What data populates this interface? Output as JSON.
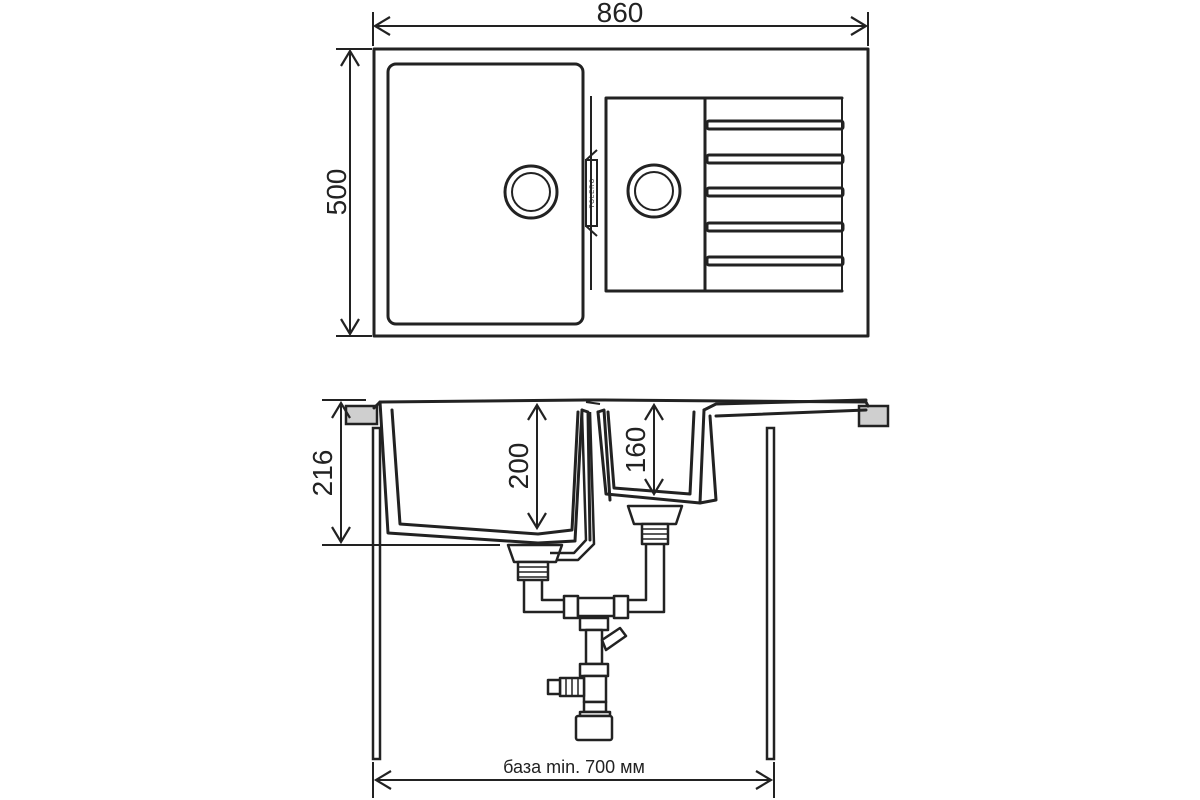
{
  "dimensions": {
    "width": "860",
    "depth": "500",
    "total_height": "216",
    "main_bowl_depth": "200",
    "secondary_bowl_depth": "160",
    "cabinet_base": "база min. 700 мм"
  },
  "brand": {
    "logo_text": "TOLERO"
  },
  "colors": {
    "line": "#222222",
    "countertop": "#cfcfcf",
    "background": "#ffffff"
  }
}
